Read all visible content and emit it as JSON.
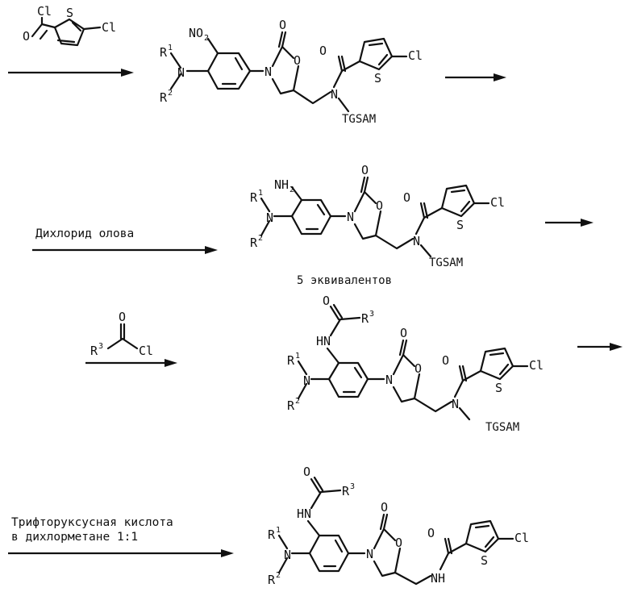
{
  "atoms": {
    "cl": "Cl",
    "s": "S",
    "o": "O",
    "n": "N",
    "r": "R",
    "sup1": "1",
    "sup2": "2",
    "sup3": "3",
    "no2": "NO",
    "no2_sub": "2",
    "nh2": "NH",
    "nh2_sub": "2",
    "hn": "HN",
    "nh": "NH",
    "tgsam": "TGSAM"
  },
  "conditions": {
    "step2": "Дихлорид олова",
    "step2_note": "5 эквивалентов",
    "step4_line1": "Трифторуксусная кислота",
    "step4_line2": "в дихлорметане 1:1"
  }
}
